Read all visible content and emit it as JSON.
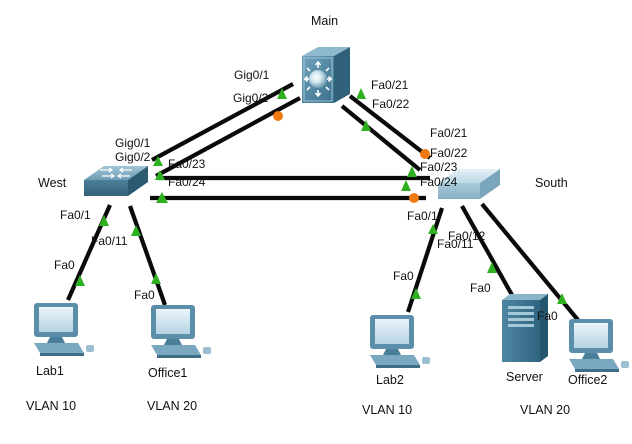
{
  "colors": {
    "link_up": "#2fb01f",
    "link_down": "#f07a10",
    "cable": "#0a0a0a",
    "switch_body": "#5d8ea6",
    "pc_body": "#5b8ea8"
  },
  "devices": {
    "main": {
      "name": "Main",
      "icon": "multilayer-switch-icon"
    },
    "west": {
      "name": "West",
      "icon": "switch-icon"
    },
    "south": {
      "name": "South",
      "icon": "switch-icon"
    },
    "lab1": {
      "name": "Lab1",
      "icon": "pc-icon"
    },
    "office1": {
      "name": "Office1",
      "icon": "pc-icon"
    },
    "lab2": {
      "name": "Lab2",
      "icon": "pc-icon"
    },
    "server": {
      "name": "Server",
      "icon": "server-icon"
    },
    "office2": {
      "name": "Office2",
      "icon": "pc-icon"
    }
  },
  "ports": {
    "main_gig01": "Gig0/1",
    "main_gig02": "Gig0/2",
    "main_fa021": "Fa0/21",
    "main_fa022": "Fa0/22",
    "west_gig01": "Gig0/1",
    "west_gig02": "Gig0/2",
    "west_fa023": "Fa0/23",
    "west_fa024": "Fa0/24",
    "west_fa01": "Fa0/1",
    "west_fa011": "Fa0/11",
    "south_fa021": "Fa0/21",
    "south_fa022": "Fa0/22",
    "south_fa023": "Fa0/23",
    "south_fa024": "Fa0/24",
    "south_fa01": "Fa0/1",
    "south_fa011": "Fa0/11",
    "south_fa012": "Fa0/12",
    "lab1_fa0": "Fa0",
    "office1_fa0": "Fa0",
    "lab2_fa0": "Fa0",
    "server_fa0": "Fa0",
    "office2_fa0": "Fa0"
  },
  "vlans": {
    "lab1": "VLAN 10",
    "office1": "VLAN 20",
    "lab2": "VLAN 10",
    "south_office": "VLAN 20"
  }
}
